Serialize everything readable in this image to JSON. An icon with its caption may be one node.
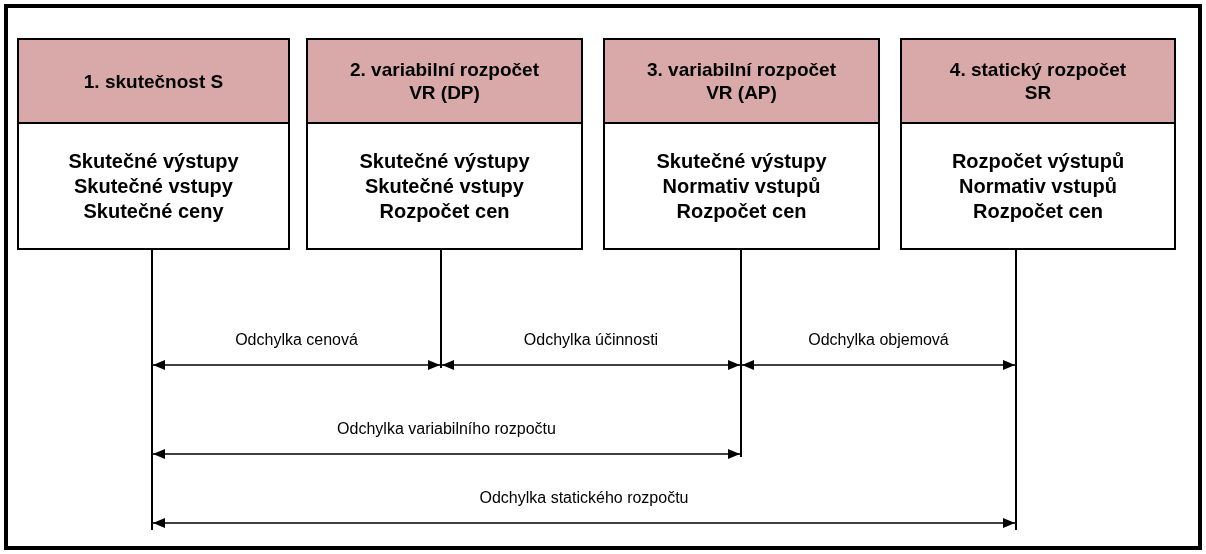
{
  "diagram": {
    "nodes": [
      {
        "text": [
          "1. skutečnost S",
          "Skutečné výstupy Skutečné vstupy Skutečné ceny"
        ]
      },
      {
        "text": [
          "2. variabilní rozpočet VR (DP)",
          "Skutečné výstupy Skutečné vstupy Rozpočet cen"
        ]
      },
      {
        "text": [
          "3. variabilní rozpočet VR (AP)",
          "Skutečné výstupy Normativ vstupů Rozpočet cen"
        ]
      },
      {
        "text": [
          "4. statický rozpočet SR",
          "Rozpočet výstupů Normativ vstupů Rozpočet cen"
        ]
      },
      {
        "text": [],
        "shape": "bar"
      },
      {
        "text": [],
        "shape": "bar"
      },
      {
        "text": [],
        "shape": "bar"
      },
      {
        "text": [],
        "shape": "bar"
      }
    ],
    "edges": [
      {
        "from": 4,
        "to": 5,
        "arrow": "both",
        "label": "Odchylka cenová"
      },
      {
        "from": 5,
        "to": 6,
        "arrow": "both",
        "label": "Odchylka účinnosti"
      },
      {
        "from": 6,
        "to": 7,
        "arrow": "both",
        "label": "Odchylka objemová"
      },
      {
        "from": 4,
        "to": 6,
        "arrow": "both",
        "label": "Odchylka variabilního rozpočtu"
      },
      {
        "from": 4,
        "to": 7,
        "arrow": "both",
        "label": "Odchylka statického rozpočtu"
      }
    ]
  }
}
